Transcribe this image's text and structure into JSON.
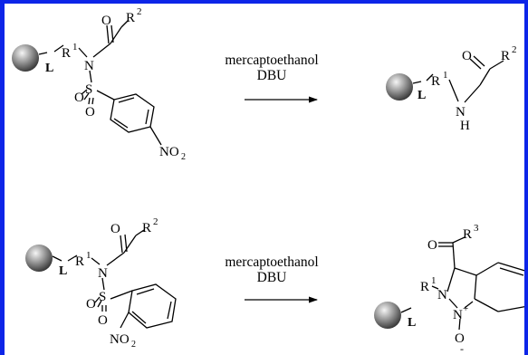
{
  "frame": {
    "border_color": "#0d25e8"
  },
  "reactions": [
    {
      "reagent": "mercaptoethanol",
      "base": "DBU",
      "reactant": {
        "linker": "L",
        "r1": "R",
        "r1_sup": "1",
        "nitrogen": "N",
        "carbonyl_o": "O",
        "r2": "R",
        "r2_sup": "2",
        "sulfonyl_o1": "O",
        "sulfonyl_s": "S",
        "sulfonyl_o2": "O",
        "nitro": "NO",
        "nitro_sub": "2"
      },
      "product": {
        "linker": "L",
        "r1": "R",
        "r1_sup": "1",
        "amine_n": "N",
        "amine_h": "H",
        "carbonyl_o": "O",
        "r2": "R",
        "r2_sup": "2"
      }
    },
    {
      "reagent": "mercaptoethanol",
      "base": "DBU",
      "reactant": {
        "linker": "L",
        "r1": "R",
        "r1_sup": "1",
        "nitrogen": "N",
        "carbonyl_o": "O",
        "r2": "R",
        "r2_sup": "2",
        "sulfonyl_o1": "O",
        "sulfonyl_s": "S",
        "sulfonyl_o2": "O",
        "nitro": "NO",
        "nitro_sub": "2"
      },
      "product": {
        "linker": "L",
        "r1": "R",
        "r1_sup": "1",
        "n1": "N",
        "n2": "N",
        "n2_charge": "+",
        "oxide_o": "O",
        "oxide_charge": "-",
        "carbonyl_o": "O",
        "r3": "R",
        "r3_sup": "3"
      }
    }
  ]
}
